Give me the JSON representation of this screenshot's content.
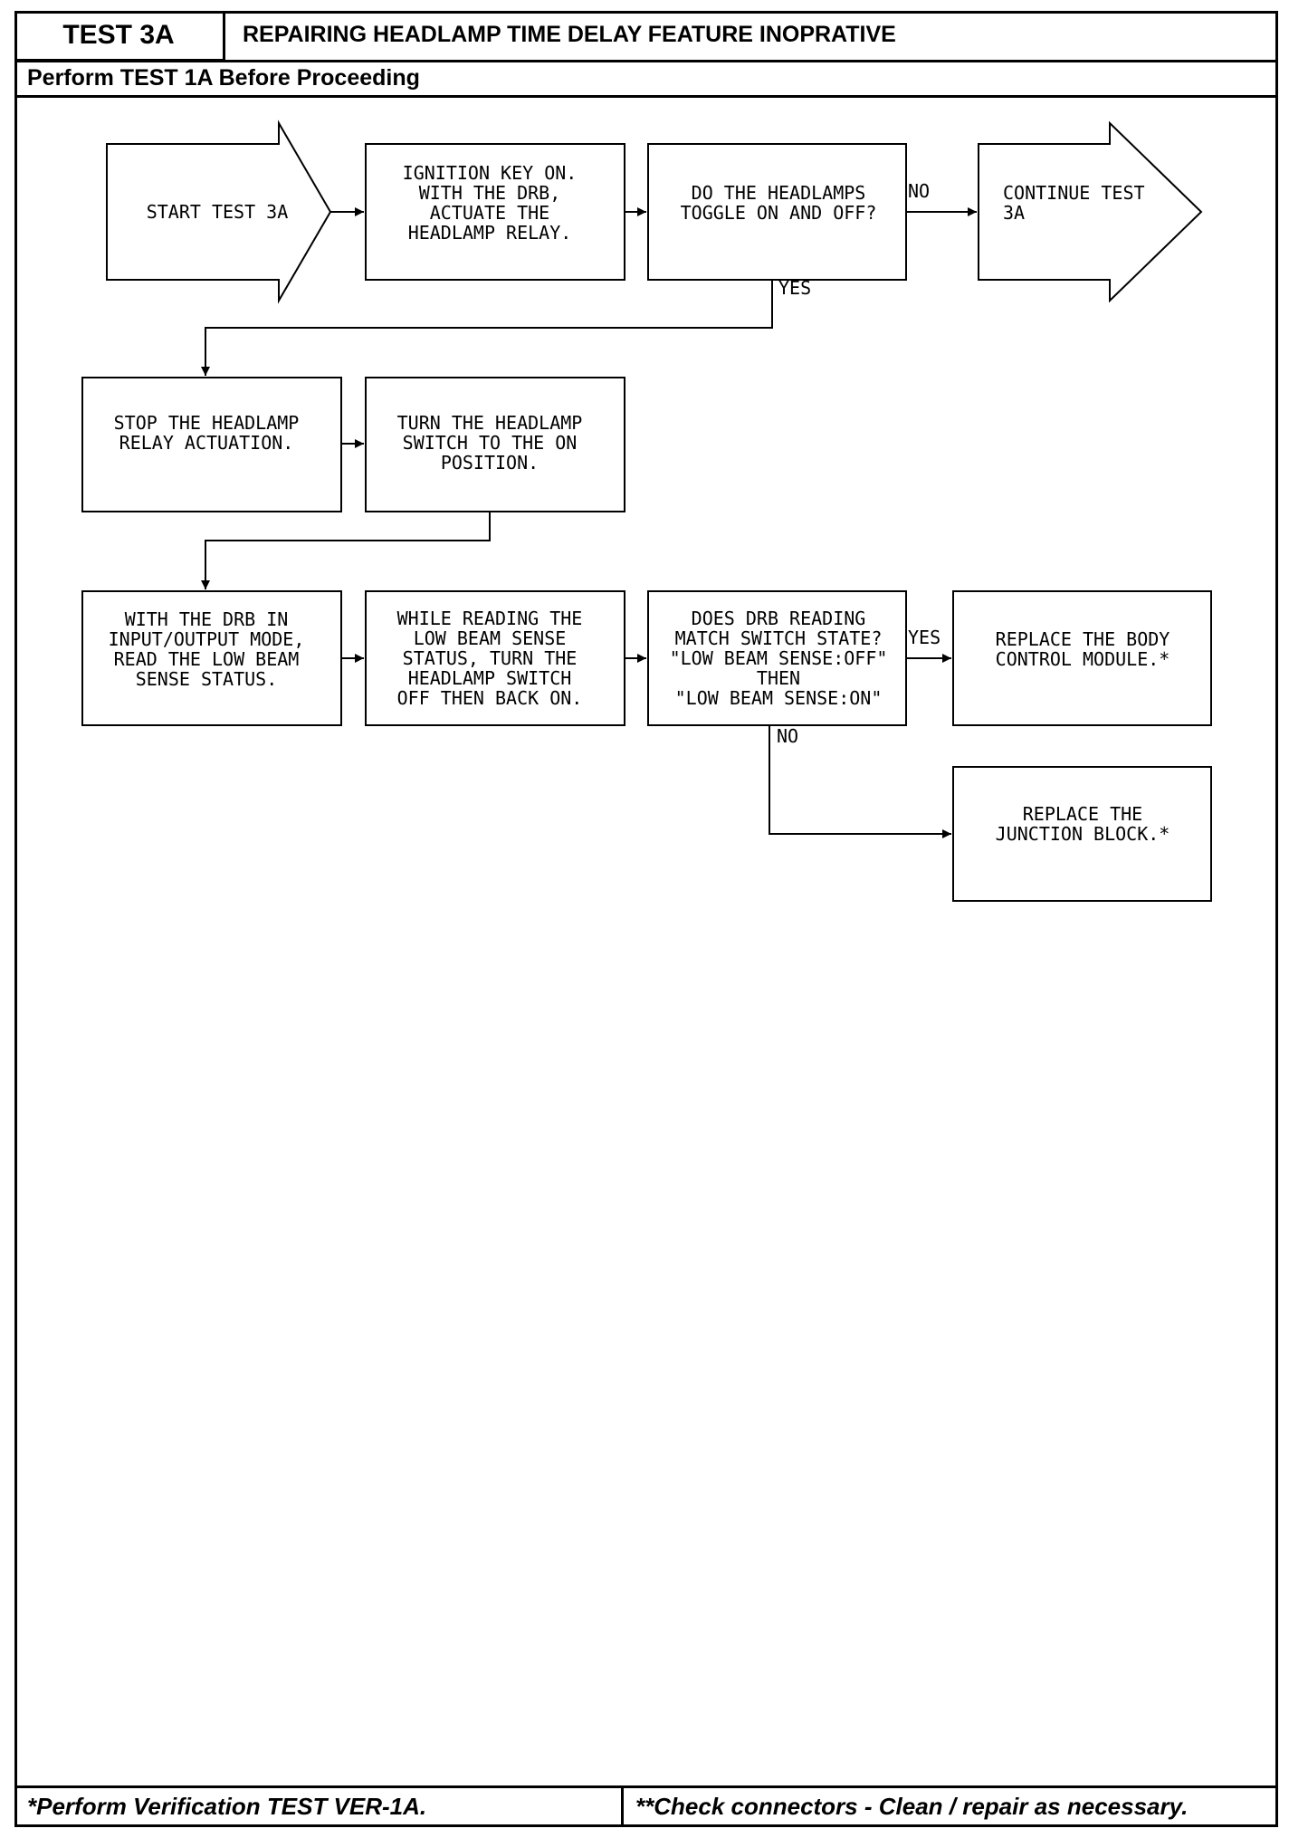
{
  "header": {
    "test_id": "TEST 3A",
    "title": "REPAIRING HEADLAMP TIME DELAY FEATURE INOPRATIVE",
    "subtitle": "Perform TEST 1A Before Proceeding"
  },
  "flowchart": {
    "start": [
      "START TEST 3A"
    ],
    "step1": [
      "IGNITION KEY ON.",
      "WITH THE DRB,",
      "ACTUATE THE",
      "HEADLAMP RELAY."
    ],
    "decision1": [
      "DO THE HEADLAMPS",
      "TOGGLE ON AND OFF?"
    ],
    "continue": [
      "CONTINUE TEST",
      "3A"
    ],
    "label_no_1": "NO",
    "label_yes_1": "YES",
    "step2": [
      "STOP THE HEADLAMP",
      "RELAY ACTUATION."
    ],
    "step3": [
      "TURN THE HEADLAMP",
      "SWITCH TO THE ON",
      "POSITION."
    ],
    "step4": [
      "WITH THE DRB IN",
      "INPUT/OUTPUT MODE,",
      "READ THE LOW BEAM",
      "SENSE STATUS."
    ],
    "step5": [
      "WHILE READING THE",
      "LOW BEAM SENSE",
      "STATUS, TURN THE",
      "HEADLAMP SWITCH",
      "OFF THEN BACK ON."
    ],
    "decision2": [
      "DOES DRB READING",
      "MATCH SWITCH STATE?",
      "\"LOW BEAM SENSE:OFF\"",
      "THEN",
      "\"LOW BEAM SENSE:ON\""
    ],
    "label_yes_2": "YES",
    "label_no_2": "NO",
    "replace_bcm": [
      "REPLACE THE BODY",
      "CONTROL MODULE.*"
    ],
    "replace_jb": [
      "REPLACE THE",
      "JUNCTION BLOCK.*"
    ]
  },
  "footer": {
    "left": "*Perform Verification TEST VER-1A.",
    "right": "**Check connectors - Clean / repair as necessary."
  }
}
